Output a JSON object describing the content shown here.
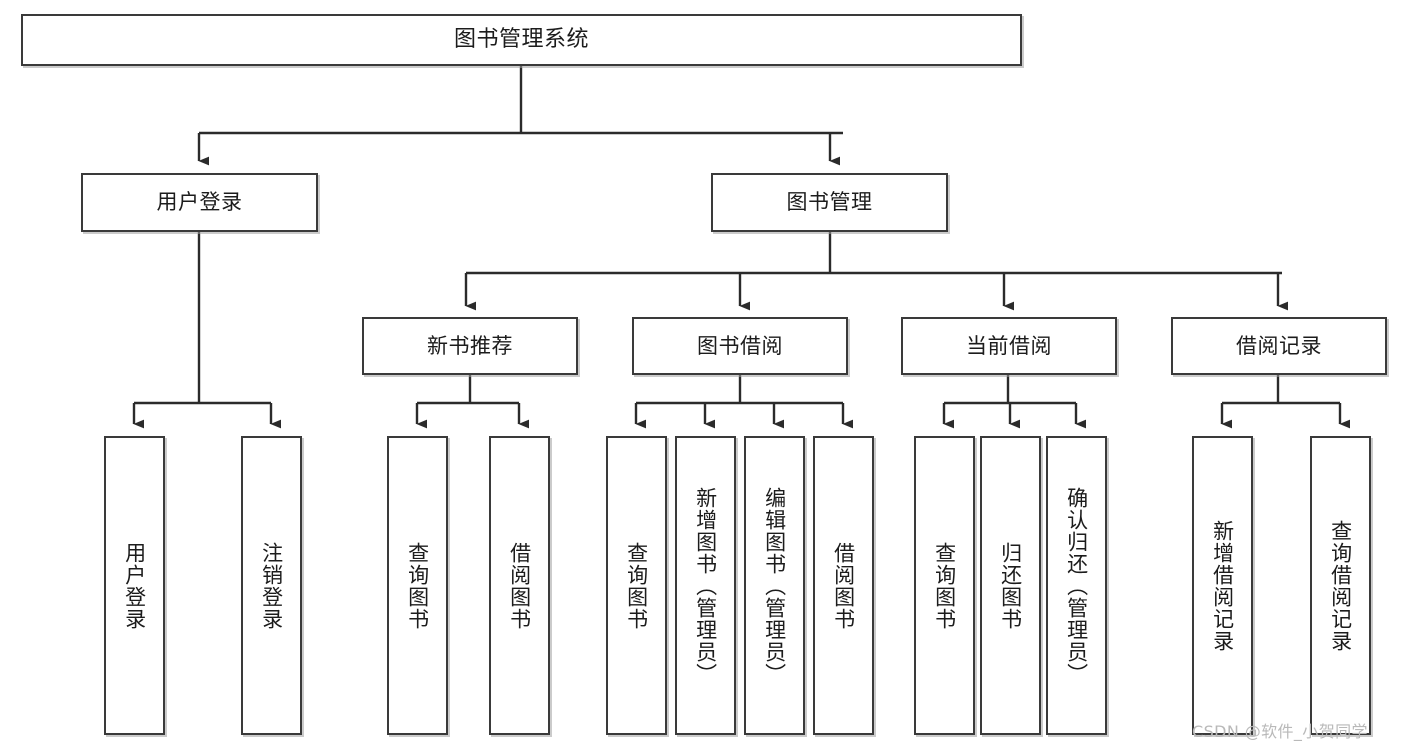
{
  "diagram": {
    "title": "图书管理系统",
    "type": "tree",
    "watermark": "CSDN @软件_小贺同学",
    "colors": {
      "border": "#3a3a3a",
      "text": "#1c1c1c",
      "background": "#ffffff",
      "edge": "#2b2b2b",
      "watermark": "#b9b9b9"
    },
    "nodes": {
      "root": {
        "label": "图书管理系统"
      },
      "level2": [
        {
          "label": "用户登录"
        },
        {
          "label": "图书管理"
        }
      ],
      "level3": [
        {
          "label": "新书推荐"
        },
        {
          "label": "图书借阅"
        },
        {
          "label": "当前借阅"
        },
        {
          "label": "借阅记录"
        }
      ],
      "leaves": {
        "user_login": [
          {
            "label": "用户登录"
          },
          {
            "label": "注销登录"
          }
        ],
        "new_book_recommend": [
          {
            "label": "查询图书"
          },
          {
            "label": "借阅图书"
          }
        ],
        "book_borrow": [
          {
            "label": "查询图书"
          },
          {
            "label": "新增图书（管理员）"
          },
          {
            "label": "编辑图书（管理员）"
          },
          {
            "label": "借阅图书"
          }
        ],
        "current_borrow": [
          {
            "label": "查询图书"
          },
          {
            "label": "归还图书"
          },
          {
            "label": "确认归还（管理员）"
          }
        ],
        "borrow_record": [
          {
            "label": "新增借阅记录"
          },
          {
            "label": "查询借阅记录"
          }
        ]
      }
    }
  }
}
